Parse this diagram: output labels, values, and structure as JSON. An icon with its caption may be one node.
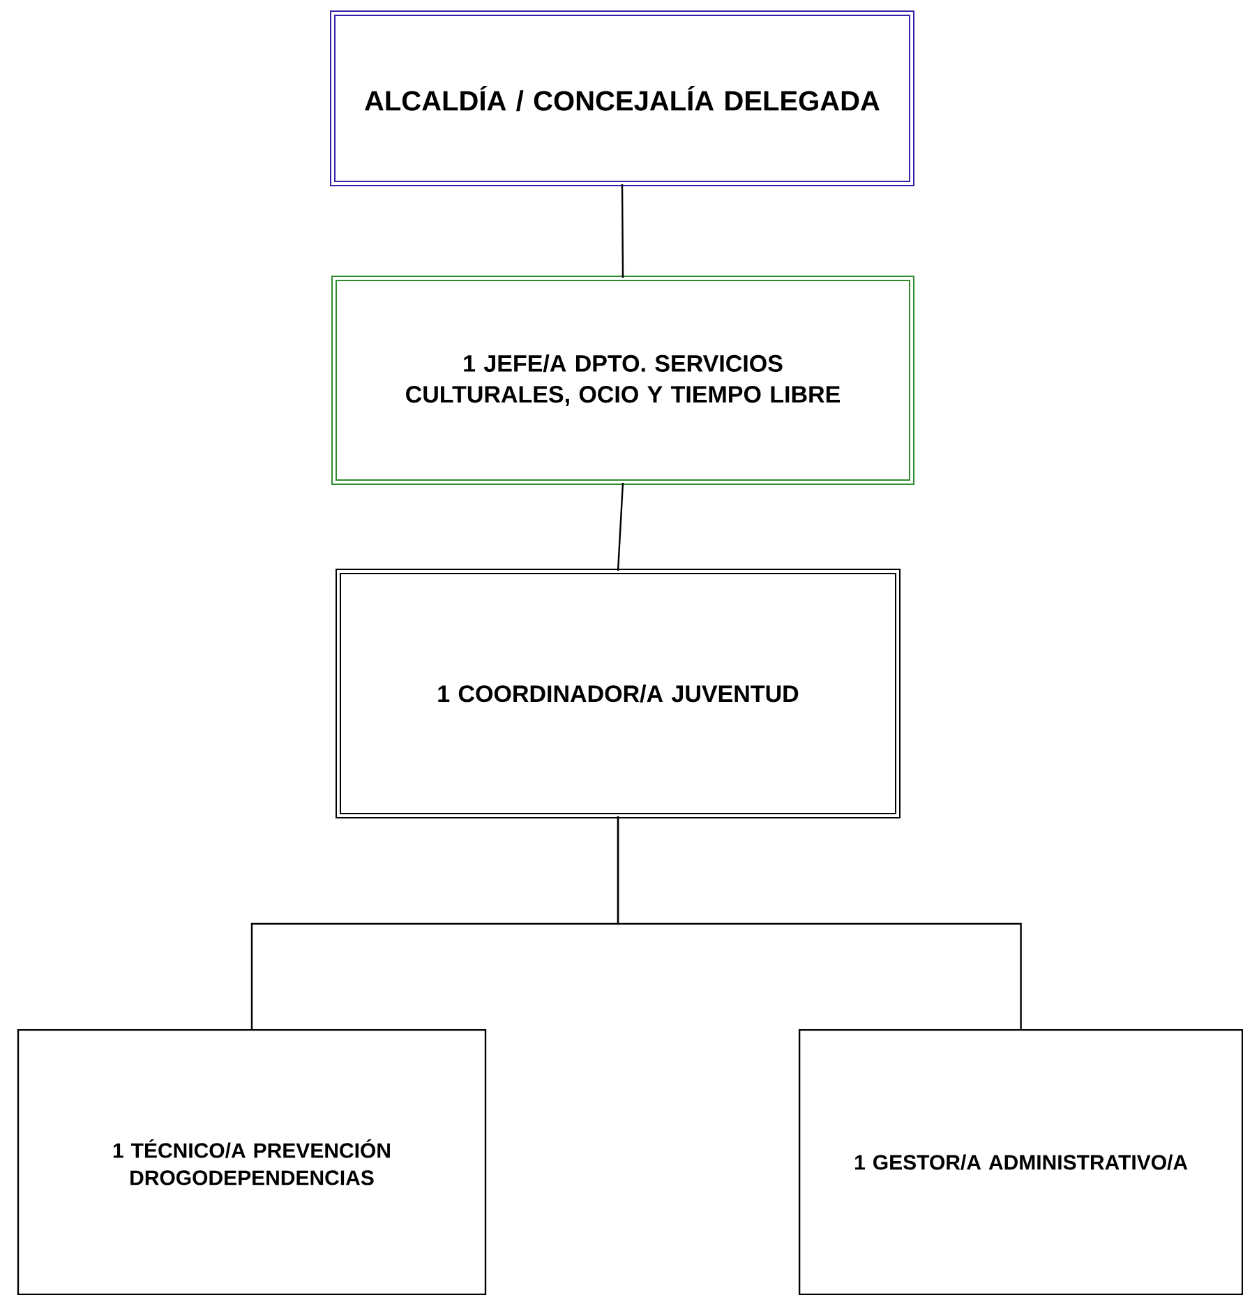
{
  "diagram": {
    "nodes": [
      {
        "text": [
          "ALCALDÍA / CONCEJALÍA DELEGADA"
        ]
      },
      {
        "text": [
          "1 JEFE/A DPTO. SERVICIOS CULTURALES, OCIO Y TIEMPO LIBRE"
        ]
      },
      {
        "text": [
          "1 COORDINADOR/A JUVENTUD"
        ]
      },
      {
        "text": [
          "1 TÉCNICO/A PREVENCIÓN DROGODEPENDENCIAS"
        ]
      },
      {
        "text": [
          "1 GESTOR/A ADMINISTRATIVO/A"
        ]
      }
    ],
    "edges": [
      {
        "from": 0,
        "to": 1,
        "arrow": "none"
      },
      {
        "from": 1,
        "to": 2,
        "arrow": "none"
      },
      {
        "from": 2,
        "to": 3,
        "arrow": "none"
      },
      {
        "from": 2,
        "to": 4,
        "arrow": "none"
      }
    ]
  }
}
